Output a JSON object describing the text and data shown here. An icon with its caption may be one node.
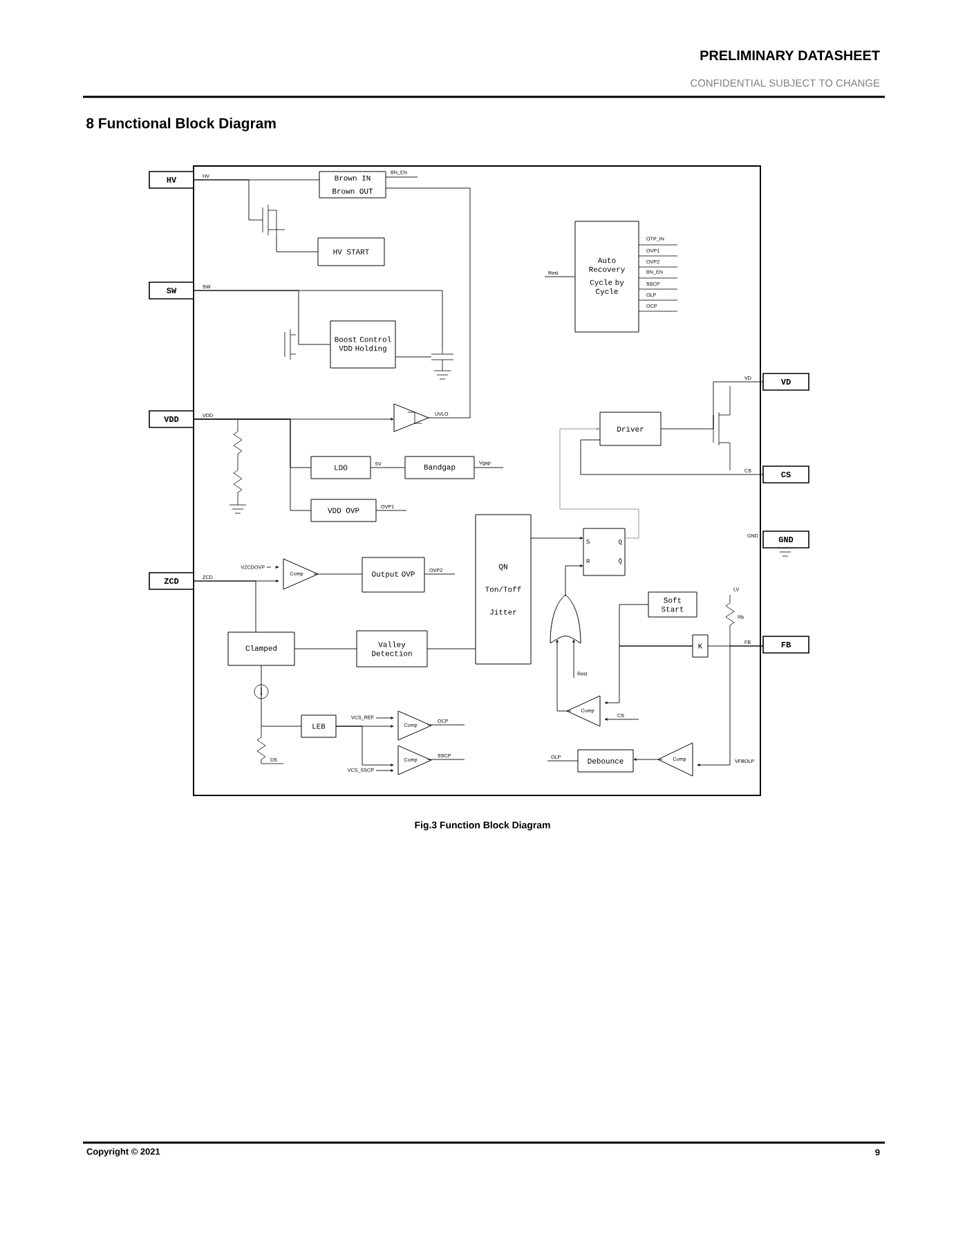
{
  "diagram": {
    "title": "8 Functional Block Diagram",
    "caption": "Fig.3 Function Block Diagram",
    "nodes": [
      {
        "text": [
          "HV"
        ]
      },
      {
        "text": [
          "SW"
        ]
      },
      {
        "text": [
          "VDD"
        ]
      },
      {
        "text": [
          "ZCD"
        ]
      },
      {
        "text": [
          "VD"
        ]
      },
      {
        "text": [
          "CS"
        ]
      },
      {
        "text": [
          "GND"
        ]
      },
      {
        "text": [
          "FB"
        ]
      },
      {
        "text": [
          "Brown IN",
          "Brown OUT"
        ]
      },
      {
        "text": [
          "HV START"
        ]
      },
      {
        "text": [
          "Boost Control VDD Holding"
        ]
      },
      {
        "text": [],
        "shape": "triangle"
      },
      {
        "text": [
          "LDO"
        ]
      },
      {
        "text": [
          "Bandgap"
        ]
      },
      {
        "text": [
          "VDD OVP"
        ]
      },
      {
        "text": [
          "Auto Recovery",
          "Cycle by Cycle"
        ]
      },
      {
        "text": [
          "Driver"
        ]
      },
      {
        "text": [
          "Comp"
        ]
      },
      {
        "text": [
          "Output OVP"
        ]
      },
      {
        "text": [
          "QN",
          "Ton/Toff",
          "Jitter"
        ]
      },
      {
        "text": [
          "S",
          "Q",
          "R",
          "Q̄"
        ]
      },
      {
        "text": [],
        "shape": "gate"
      },
      {
        "text": [
          "Soft Start"
        ]
      },
      {
        "text": [
          "K"
        ]
      },
      {
        "text": [
          "Clamped"
        ]
      },
      {
        "text": [
          "Valley Detection"
        ]
      },
      {
        "text": [
          "LEB"
        ]
      },
      {
        "text": [
          "Comp"
        ]
      },
      {
        "text": [
          "Comp"
        ]
      },
      {
        "text": [
          "Comp"
        ]
      },
      {
        "text": [
          "Debounce"
        ]
      },
      {
        "text": [
          "Comp"
        ]
      },
      {
        "text": [],
        "shape": "capacitor"
      },
      {
        "text": [],
        "shape": "transistor"
      }
    ],
    "edges": [
      {
        "from": 0,
        "to": 8,
        "arrow": "none",
        "label": "HV"
      },
      {
        "from": 1,
        "to": 10,
        "arrow": "none",
        "label": "SW"
      },
      {
        "from": 2,
        "to": 11,
        "arrow": "to",
        "label": "VDD"
      },
      {
        "from": 11,
        "to": 8,
        "arrow": "none",
        "label": "UVLO"
      },
      {
        "from": 2,
        "to": 12,
        "arrow": "none"
      },
      {
        "from": 2,
        "to": 14,
        "arrow": "none"
      },
      {
        "from": 12,
        "to": 13,
        "arrow": "none",
        "label": "5V"
      },
      {
        "from": 3,
        "to": 17,
        "arrow": "to",
        "label": "ZCD"
      },
      {
        "from": 17,
        "to": 18,
        "arrow": "none"
      },
      {
        "from": 24,
        "to": 25,
        "arrow": "none"
      },
      {
        "from": 25,
        "to": 19,
        "arrow": "none"
      },
      {
        "from": 26,
        "to": 27,
        "arrow": "to"
      },
      {
        "from": 26,
        "to": 28,
        "arrow": "to"
      },
      {
        "from": 19,
        "to": 20,
        "arrow": "to"
      },
      {
        "from": 21,
        "to": 20,
        "arrow": "to"
      },
      {
        "from": 20,
        "to": 16,
        "arrow": "to",
        "color": "#8c8c8c"
      },
      {
        "from": 16,
        "to": 4,
        "arrow": "none",
        "label": "VD"
      },
      {
        "from": 5,
        "to": 16,
        "arrow": "none",
        "label": "CS"
      },
      {
        "from": 29,
        "to": 21,
        "arrow": "to"
      },
      {
        "from": 7,
        "to": 23,
        "arrow": "none",
        "label": "FB"
      },
      {
        "from": 23,
        "to": 22,
        "arrow": "none"
      },
      {
        "from": 23,
        "to": 29,
        "arrow": "to"
      },
      {
        "from": 31,
        "to": 30,
        "arrow": "to"
      },
      {
        "from": null,
        "to": 15,
        "arrow": "none",
        "label": "Rest"
      },
      {
        "from": 3,
        "to": 24,
        "arrow": "none"
      },
      {
        "from": null,
        "to": 29,
        "arrow": "to",
        "label": "CS"
      },
      {
        "from": 7,
        "to": 31,
        "arrow": "to",
        "label": "VFBOLP"
      },
      {
        "from": null,
        "to": 30,
        "arrow": "none",
        "label": "OLP"
      },
      {
        "from": null,
        "to": 17,
        "arrow": "to",
        "label": "VZCDOVP",
        "style": "dashed"
      },
      {
        "from": 24,
        "to": 26,
        "arrow": "none"
      },
      {
        "from": 8,
        "to": null,
        "arrow": "none",
        "label": "BN_EN"
      },
      {
        "from": 13,
        "to": null,
        "arrow": "none",
        "label": "Vgap"
      },
      {
        "from": 14,
        "to": null,
        "arrow": "none",
        "label": "OVP1"
      },
      {
        "from": 18,
        "to": null,
        "arrow": "none",
        "label": "OVP2"
      },
      {
        "from": 27,
        "to": null,
        "arrow": "none",
        "label": "OCP"
      },
      {
        "from": 28,
        "to": null,
        "arrow": "none",
        "label": "SSCP"
      },
      {
        "from": null,
        "to": 27,
        "arrow": "to",
        "label": "VCS_REF"
      },
      {
        "from": null,
        "to": 28,
        "arrow": "to",
        "label": "VCS_SSCP"
      },
      {
        "from": null,
        "to": 21,
        "arrow": "to",
        "label": "Rest"
      },
      {
        "from": 1,
        "to": 32,
        "arrow": "none"
      },
      {
        "from": 10,
        "to": 32,
        "arrow": "none"
      },
      {
        "from": 0,
        "to": 33,
        "arrow": "none"
      },
      {
        "from": 33,
        "to": 9,
        "arrow": "none"
      }
    ],
    "labels": [
      "PRELIMINARY DATASHEET",
      "CONFIDENTIAL SUBJECT TO CHANGE",
      "OTP_IN",
      "OVP1",
      "OVP2",
      "BN_EN",
      "SSCP",
      "OLP",
      "OCP",
      "GND",
      "LV",
      "Rb",
      "DS",
      "Copyright © 2021",
      "9"
    ]
  }
}
